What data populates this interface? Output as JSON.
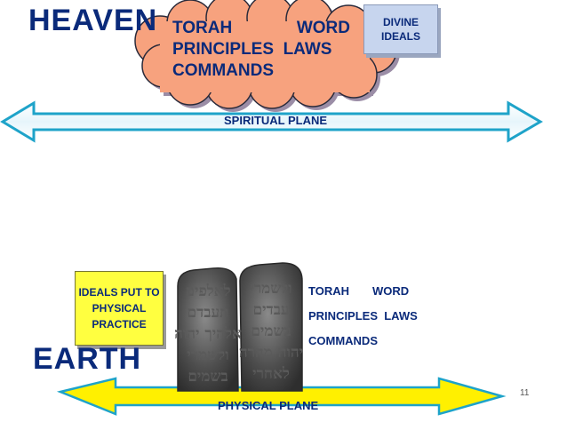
{
  "heaven": {
    "label": "HEAVEN"
  },
  "earth": {
    "label": "EARTH"
  },
  "cloud": {
    "row1_left": "TORAH",
    "row1_right": "WORD",
    "row2": "PRINCIPLES  LAWS",
    "row3": "COMMANDS"
  },
  "divine_box": {
    "line1": "DIVINE",
    "line2": "IDEALS"
  },
  "spiritual_plane": {
    "label": "SPIRITUAL PLANE"
  },
  "physical_plane": {
    "label": "PHYSICAL PLANE"
  },
  "ideals_box": {
    "line1": "IDEALS PUT TO",
    "line2": "PHYSICAL",
    "line3": "PRACTICE"
  },
  "earth_text": {
    "row1_left": "TORAH",
    "row1_right": "WORD",
    "row2": "PRINCIPLES  LAWS",
    "row3": "COMMANDS"
  },
  "tablets": {
    "left": [
      "לאלפים",
      "תעבדם",
      "אלהיך יהוה",
      "ולשמרי",
      "בשמים"
    ],
    "right": [
      "ולשמרי",
      "עבדים",
      "בשמים",
      "יהוה מהרה",
      "לאחרי"
    ]
  },
  "page": {
    "number": "11"
  },
  "colors": {
    "arrow": "#1ea3c9",
    "arrow_light": "#e6f5fb",
    "cloud": "#f7a27e",
    "text": "#0a2a7a",
    "ideals_box": "#ffff40",
    "divine_box": "#c7d5ee",
    "tablet": "#4a4a4a"
  }
}
